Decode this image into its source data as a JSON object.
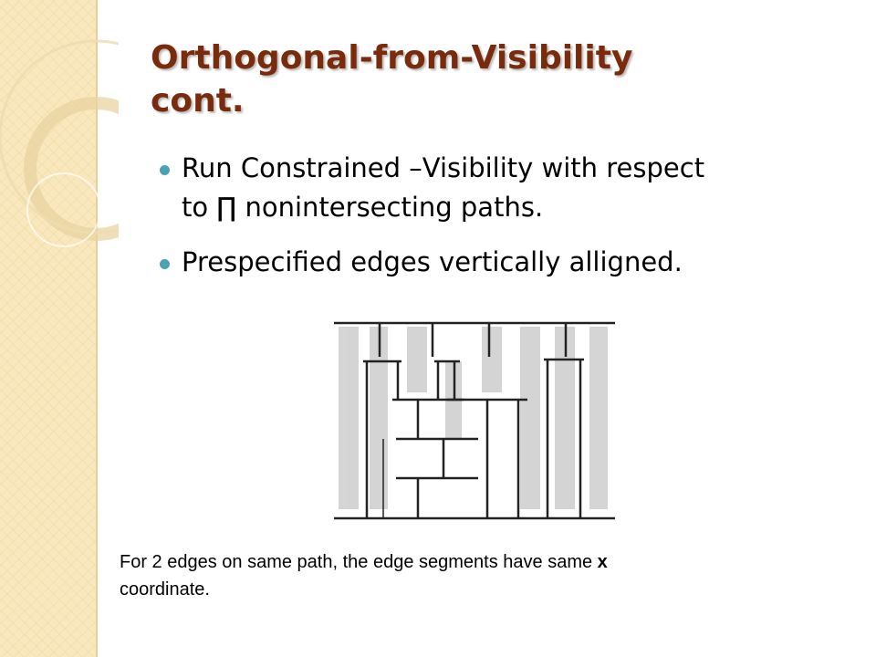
{
  "slide": {
    "title_line1": "Orthogonal-from-Visibility",
    "title_line2": "cont.",
    "bullets": [
      {
        "text_line1": "Run Constrained –Visibility with respect",
        "text_line2": "to ∏ nonintersecting paths."
      },
      {
        "text_line1": "Prespecified edges vertically alligned.",
        "text_line2": ""
      }
    ],
    "caption_before": "For 2 edges on same path, the edge segments have same ",
    "caption_bold": "x",
    "caption_after": "coordinate."
  },
  "colors": {
    "title": "#7a2b0c",
    "bullet_dot": "#4aa3b5",
    "side_band": "#f9e7bd"
  },
  "icons": {
    "bullet": "filled-circle",
    "side_decoration": "concentric-arcs"
  }
}
